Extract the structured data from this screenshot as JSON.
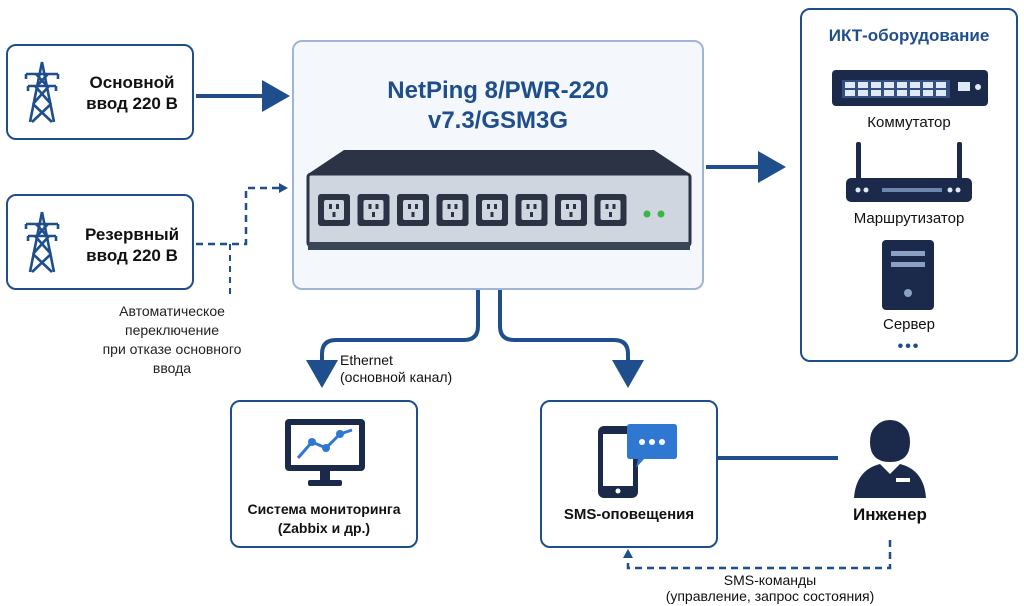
{
  "inputs": {
    "main_label_1": "Основной",
    "main_label_2": "ввод 220 В",
    "reserve_label_1": "Резервный",
    "reserve_label_2": "ввод 220 В"
  },
  "switchover_note": [
    "Автоматическое",
    "переключение",
    "при отказе основного",
    "ввода"
  ],
  "device": {
    "title_1": "NetPing 8/PWR-220",
    "title_2": "v7.3/GSM3G",
    "outlets": 8
  },
  "ict": {
    "title": "ИКТ-оборудование",
    "items": [
      "Коммутатор",
      "Маршрутизатор",
      "Сервер"
    ],
    "more": "•••"
  },
  "ethernet": {
    "label": "Ethernet",
    "sub": "(основной канал)"
  },
  "monitoring": {
    "label_1": "Система мониторинга",
    "label_2": "(Zabbix и др.)"
  },
  "sms": {
    "label": "SMS-оповещения"
  },
  "engineer": {
    "label": "Инженер"
  },
  "sms_commands": {
    "label": "SMS-команды",
    "sub": "(управление, запрос состояния)"
  },
  "colors": {
    "accent": "#1f4e8c",
    "navy": "#1b2a4a",
    "panel": "#f4f7fc"
  }
}
